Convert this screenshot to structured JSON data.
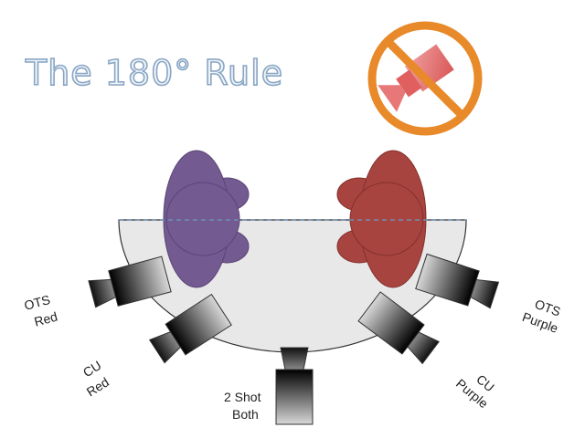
{
  "title": "The 180° Rule",
  "colors": {
    "purple_person": "#735a91",
    "red_person": "#a8443f",
    "no_sign": "#e8892a",
    "forbidden_camera": "#e36b6b",
    "axis_line": "#6f8fb3",
    "stage_fill": "#e8e8e8"
  },
  "icons": [
    "no-camera-icon",
    "camera-icon"
  ],
  "cameras": [
    {
      "line1": "OTS",
      "line2": "Red"
    },
    {
      "line1": "CU",
      "line2": "Red"
    },
    {
      "line1": "2 Shot",
      "line2": "Both"
    },
    {
      "line1": "CU",
      "line2": "Purple"
    },
    {
      "line1": "OTS",
      "line2": "Purple"
    }
  ]
}
